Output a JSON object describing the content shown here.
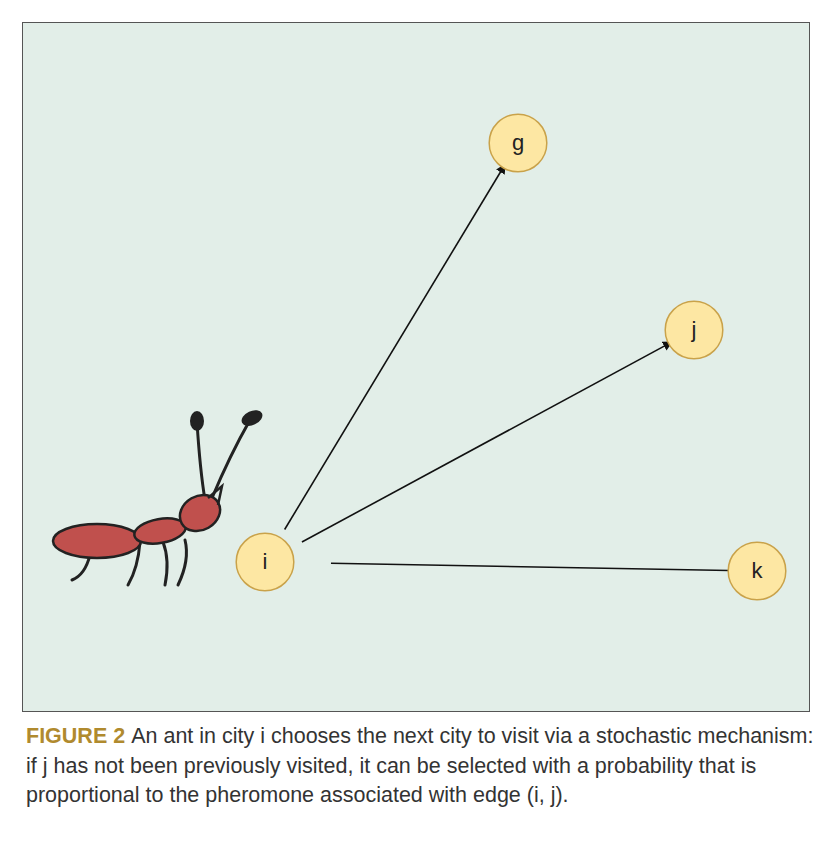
{
  "diagram": {
    "caption": "An ant in city i chooses the next city to visit via a stochastic mechanism: if j has not been previously visited, it can be selected with a probability that is proportional to the pheromone associated with edge (i, j).",
    "nodes": [
      {
        "text": [
          "i"
        ]
      },
      {
        "text": [
          "g"
        ]
      },
      {
        "text": [
          "j"
        ]
      },
      {
        "text": [
          "k"
        ]
      }
    ],
    "edges": [
      {
        "from": 0,
        "to": 1,
        "arrow": "to"
      },
      {
        "from": 0,
        "to": 2,
        "arrow": "to"
      },
      {
        "from": 0,
        "to": 3,
        "arrow": "to"
      }
    ],
    "labels": [
      "FIGURE 2"
    ]
  }
}
